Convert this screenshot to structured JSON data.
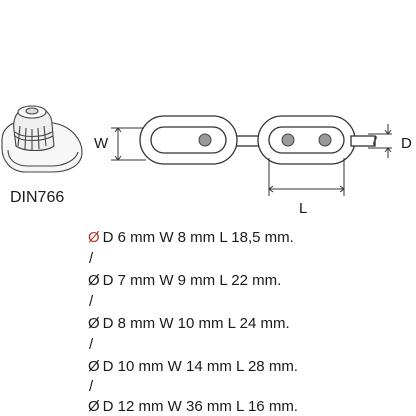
{
  "product": {
    "model_label": "DIN766"
  },
  "diagram": {
    "width_label": "W",
    "diameter_label": "D",
    "length_label": "L"
  },
  "specs": {
    "diameter_symbol": "Ø",
    "separator": "/",
    "items": [
      "D 6 mm W 8 mm L 18,5 mm.",
      "D 7 mm W 9 mm L 22 mm.",
      "D 8 mm W 10 mm L 24 mm.",
      "D 10 mm W 14 mm L 28 mm.",
      "D 12 mm W 36 mm L 16 mm."
    ]
  }
}
